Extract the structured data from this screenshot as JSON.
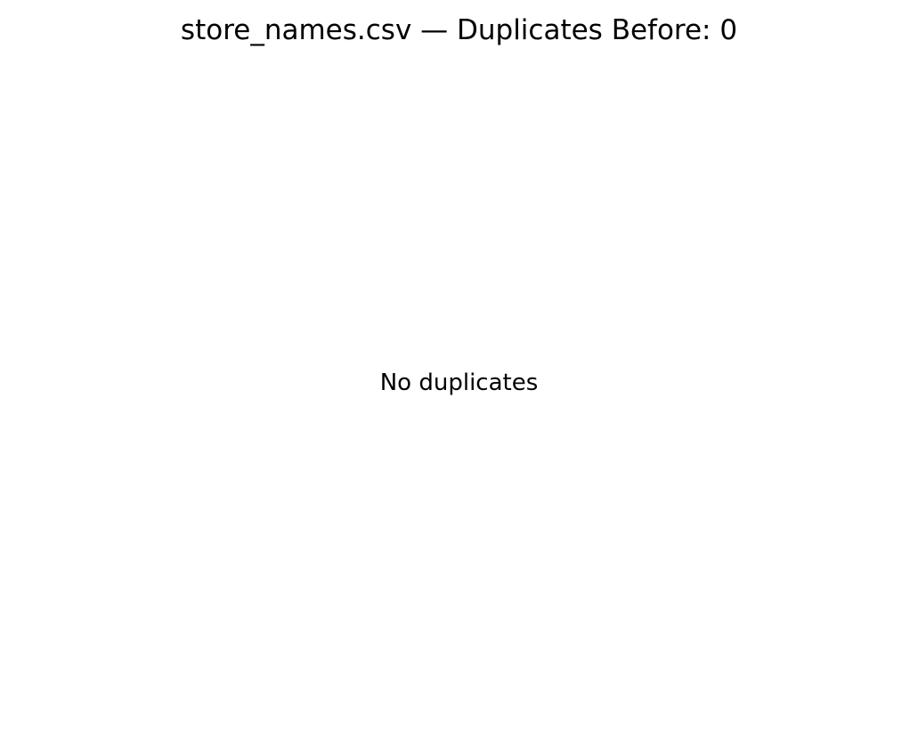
{
  "chart_data": {
    "type": "bar",
    "title": "store_names.csv — Duplicates Before: 0",
    "annotations": [
      "No duplicates"
    ],
    "categories": [],
    "values": [],
    "xlabel": "",
    "ylabel": "",
    "grid": false
  }
}
